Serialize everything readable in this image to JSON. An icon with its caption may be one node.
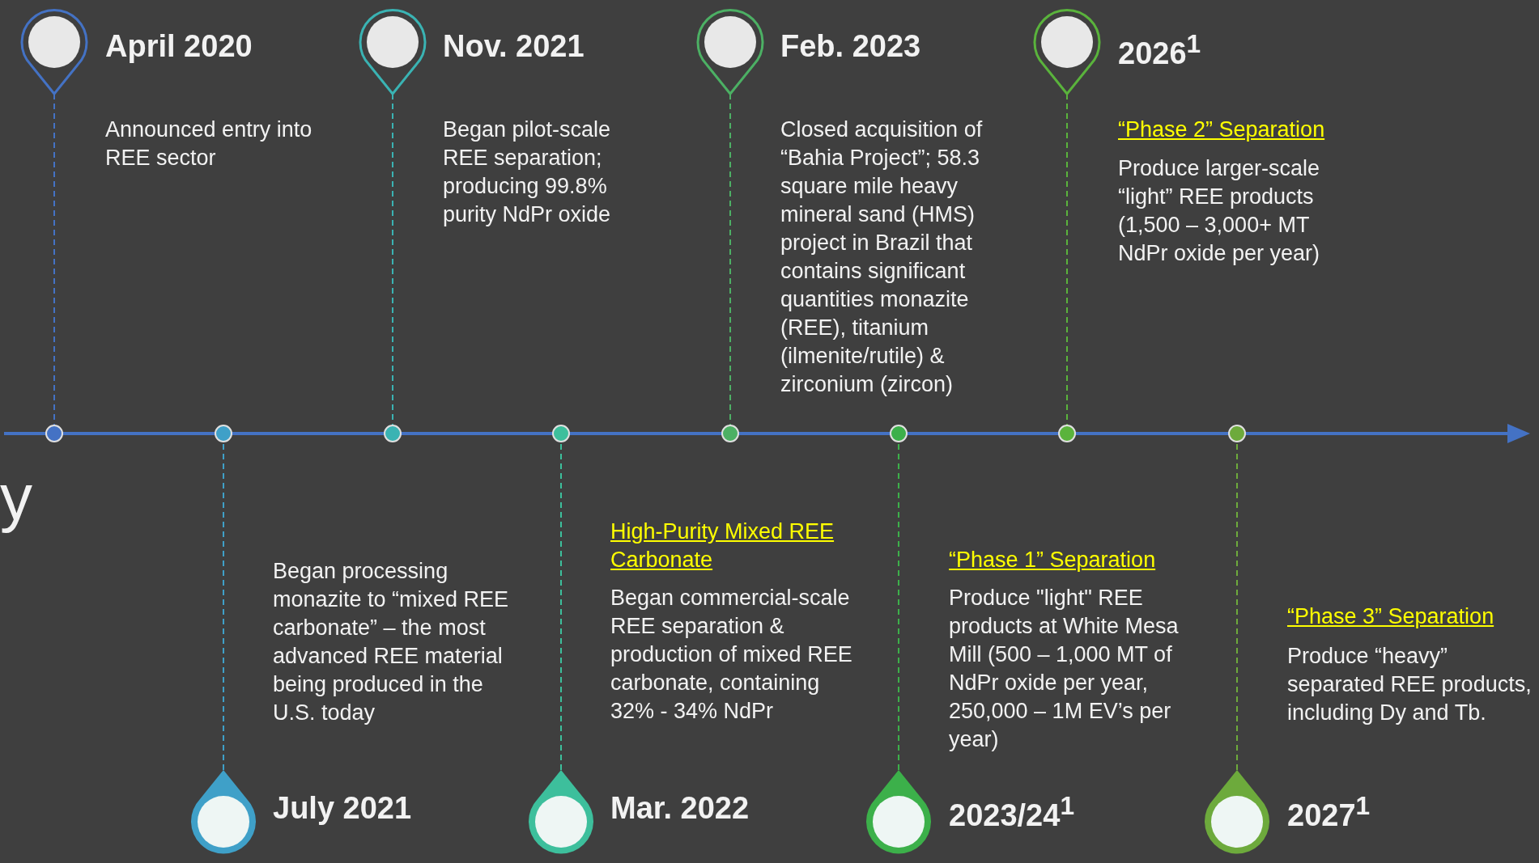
{
  "diagram": {
    "nodes": [
      {
        "text": [
          "April 2020"
        ],
        "beside": [
          "Announced entry into REE sector"
        ]
      },
      {
        "text": [
          "July 2021"
        ],
        "beside": [
          "Began processing monazite to “mixed REE carbonate” – the most advanced REE material being produced in the U.S. today"
        ]
      },
      {
        "text": [
          "Nov. 2021"
        ],
        "beside": [
          "Began pilot-scale REE separation; producing 99.8% purity NdPr oxide"
        ]
      },
      {
        "text": [
          "Mar. 2022"
        ],
        "beside": [
          "High-Purity Mixed REE Carbonate",
          "Began commercial-scale REE separation & production of mixed REE carbonate, containing 32% - 34% NdPr"
        ]
      },
      {
        "text": [
          "Feb. 2023"
        ],
        "beside": [
          "Closed acquisition of “Bahia Project”; 58.3 square mile heavy mineral sand (HMS) project in Brazil that contains significant quantities monazite (REE), titanium (ilmenite/rutile) & zirconium (zircon)"
        ]
      },
      {
        "text": [
          "2023/24$^{1}$"
        ],
        "beside": [
          "“Phase 1” Separation",
          "Produce \"light\" REE products at White Mesa Mill (500 – 1,000 MT of NdPr oxide per year, 250,000 – 1M EV’s per year)"
        ]
      },
      {
        "text": [
          "2026$^{1}$"
        ],
        "beside": [
          "“Phase 2” Separation",
          "Produce larger-scale “light” REE products (1,500 – 3,000+ MT NdPr oxide per year)"
        ]
      },
      {
        "text": [
          "2027$^{1}$"
        ],
        "beside": [
          "“Phase 3” Separation",
          "Produce “heavy” separated REE products, including Dy and Tb."
        ]
      },
      {
        "text": [],
        "shape": "circle"
      },
      {
        "text": [],
        "shape": "circle"
      },
      {
        "text": [],
        "shape": "circle"
      },
      {
        "text": [],
        "shape": "circle"
      },
      {
        "text": [],
        "shape": "circle"
      },
      {
        "text": [],
        "shape": "circle"
      },
      {
        "text": [],
        "shape": "circle"
      },
      {
        "text": [],
        "shape": "circle"
      }
    ],
    "edges": [
      {
        "from": 0,
        "to": 8,
        "arrow": "none",
        "style": "dashed",
        "color": "#4472c4"
      },
      {
        "from": 1,
        "to": 9,
        "arrow": "none",
        "style": "dashed",
        "color": "#3fa0c8"
      },
      {
        "from": 2,
        "to": 10,
        "arrow": "none",
        "style": "dashed",
        "color": "#3ab3b3"
      },
      {
        "from": 3,
        "to": 11,
        "arrow": "none",
        "style": "dashed",
        "color": "#3dbf9c"
      },
      {
        "from": 4,
        "to": 12,
        "arrow": "none",
        "style": "dashed",
        "color": "#4cb064"
      },
      {
        "from": 5,
        "to": 13,
        "arrow": "none",
        "style": "dashed",
        "color": "#3cb04a"
      },
      {
        "from": 6,
        "to": 14,
        "arrow": "none",
        "style": "dashed",
        "color": "#5ab33c"
      },
      {
        "from": 7,
        "to": 15,
        "arrow": "none",
        "style": "dashed",
        "color": "#6daa3c"
      }
    ],
    "labels": [
      "y"
    ]
  }
}
